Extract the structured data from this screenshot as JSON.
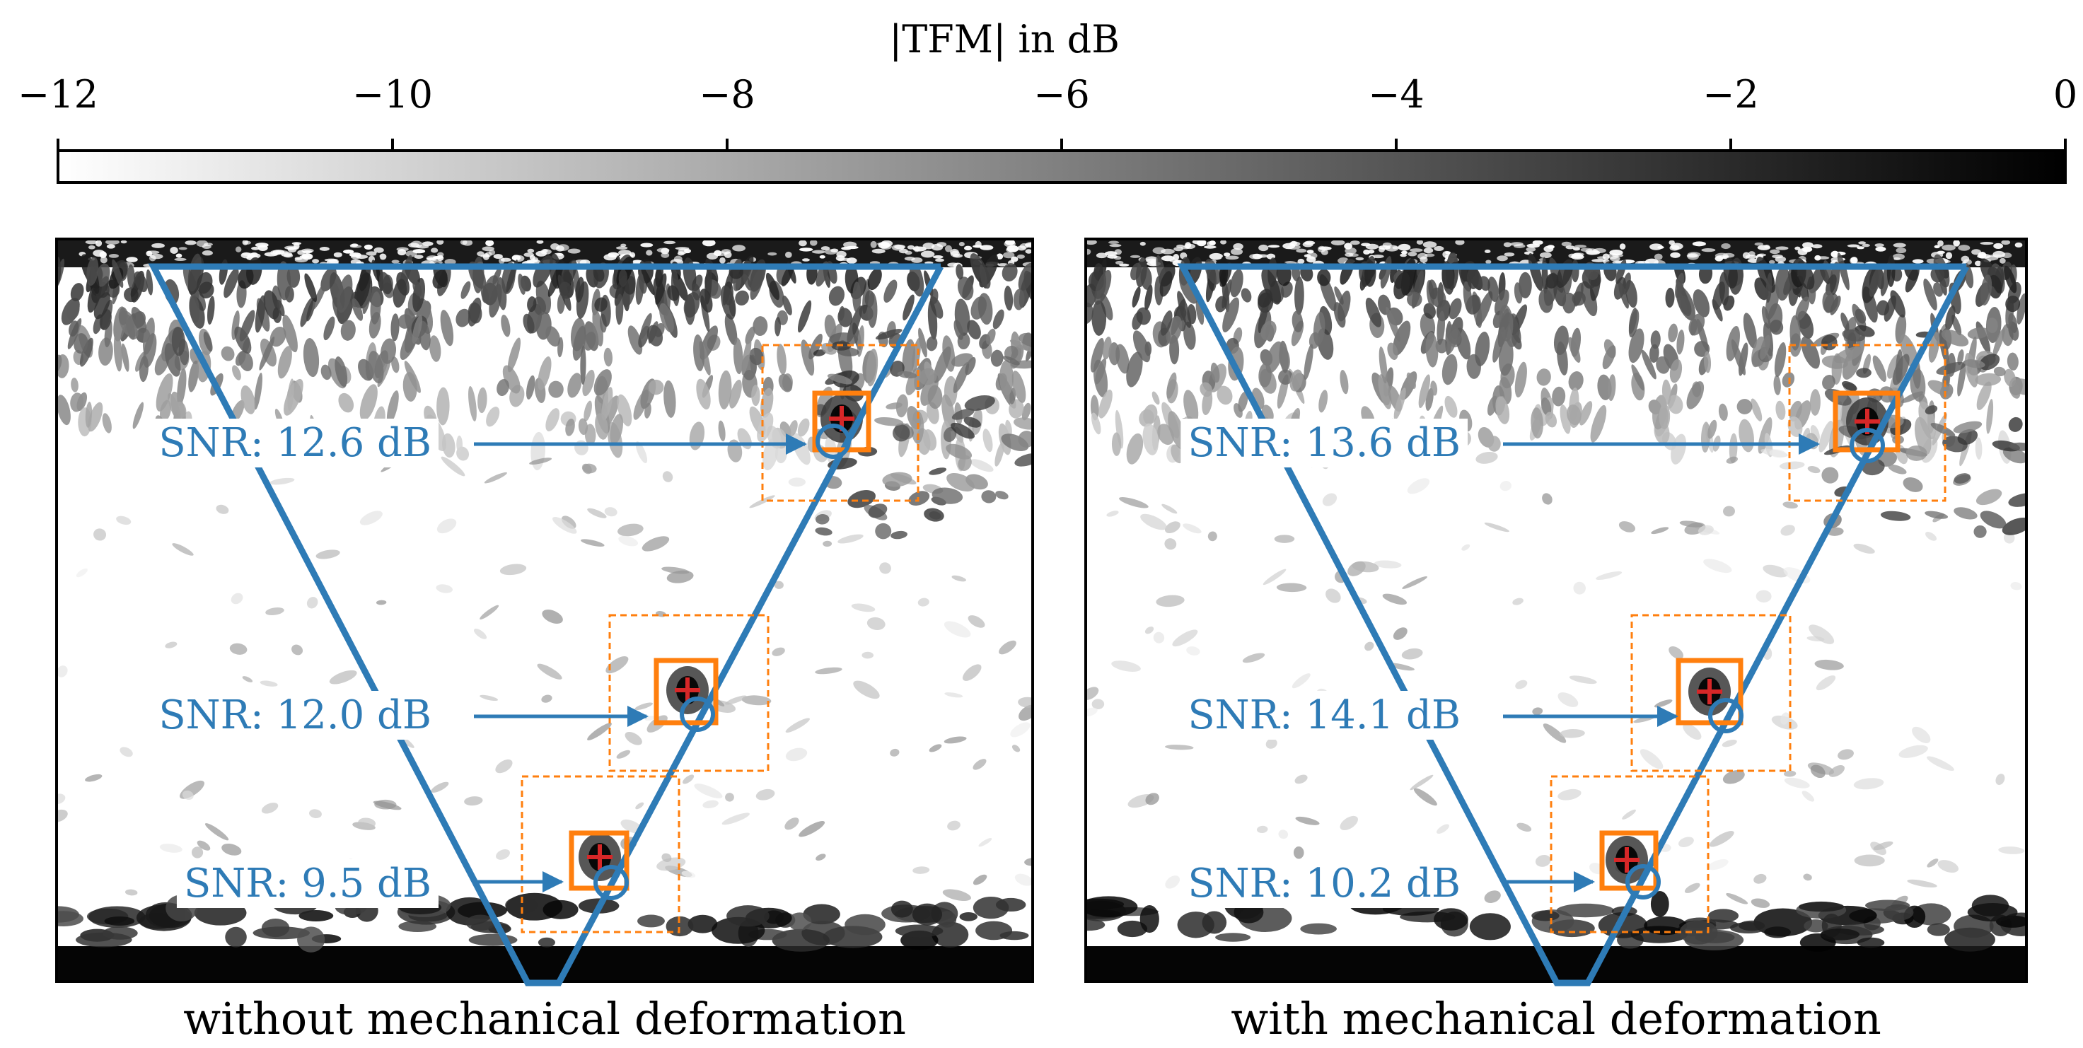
{
  "colorbar": {
    "label": "|TFM| in dB",
    "ticks": [
      "−12",
      "−10",
      "−8",
      "−6",
      "−4",
      "−2",
      "0"
    ],
    "range": [
      -12,
      0
    ],
    "cmap": "gray_r"
  },
  "panels": [
    {
      "caption": "without mechanical deformation",
      "snr_labels": [
        "SNR: 12.6 dB",
        "SNR: 12.0 dB",
        "SNR: 9.5 dB"
      ]
    },
    {
      "caption": "with mechanical deformation",
      "snr_labels": [
        "SNR: 13.6 dB",
        "SNR: 14.1 dB",
        "SNR: 10.2 dB"
      ]
    }
  ],
  "colors": {
    "path": "#2e7bb6",
    "box": "#ff7f0e",
    "marker": "#d62728",
    "annotation_text": "#2e7bb6"
  },
  "chart_data": [
    {
      "type": "heatmap",
      "title": "without mechanical deformation",
      "colorbar_label": "|TFM| in dB",
      "colorbar_range": [
        -12,
        0
      ],
      "snr_db": [
        12.6,
        12.0,
        9.5
      ],
      "annotations": [
        "SNR: 12.6 dB",
        "SNR: 12.0 dB",
        "SNR: 9.5 dB"
      ]
    },
    {
      "type": "heatmap",
      "title": "with mechanical deformation",
      "colorbar_label": "|TFM| in dB",
      "colorbar_range": [
        -12,
        0
      ],
      "snr_db": [
        13.6,
        14.1,
        10.2
      ],
      "annotations": [
        "SNR: 13.6 dB",
        "SNR: 14.1 dB",
        "SNR: 10.2 dB"
      ]
    }
  ]
}
